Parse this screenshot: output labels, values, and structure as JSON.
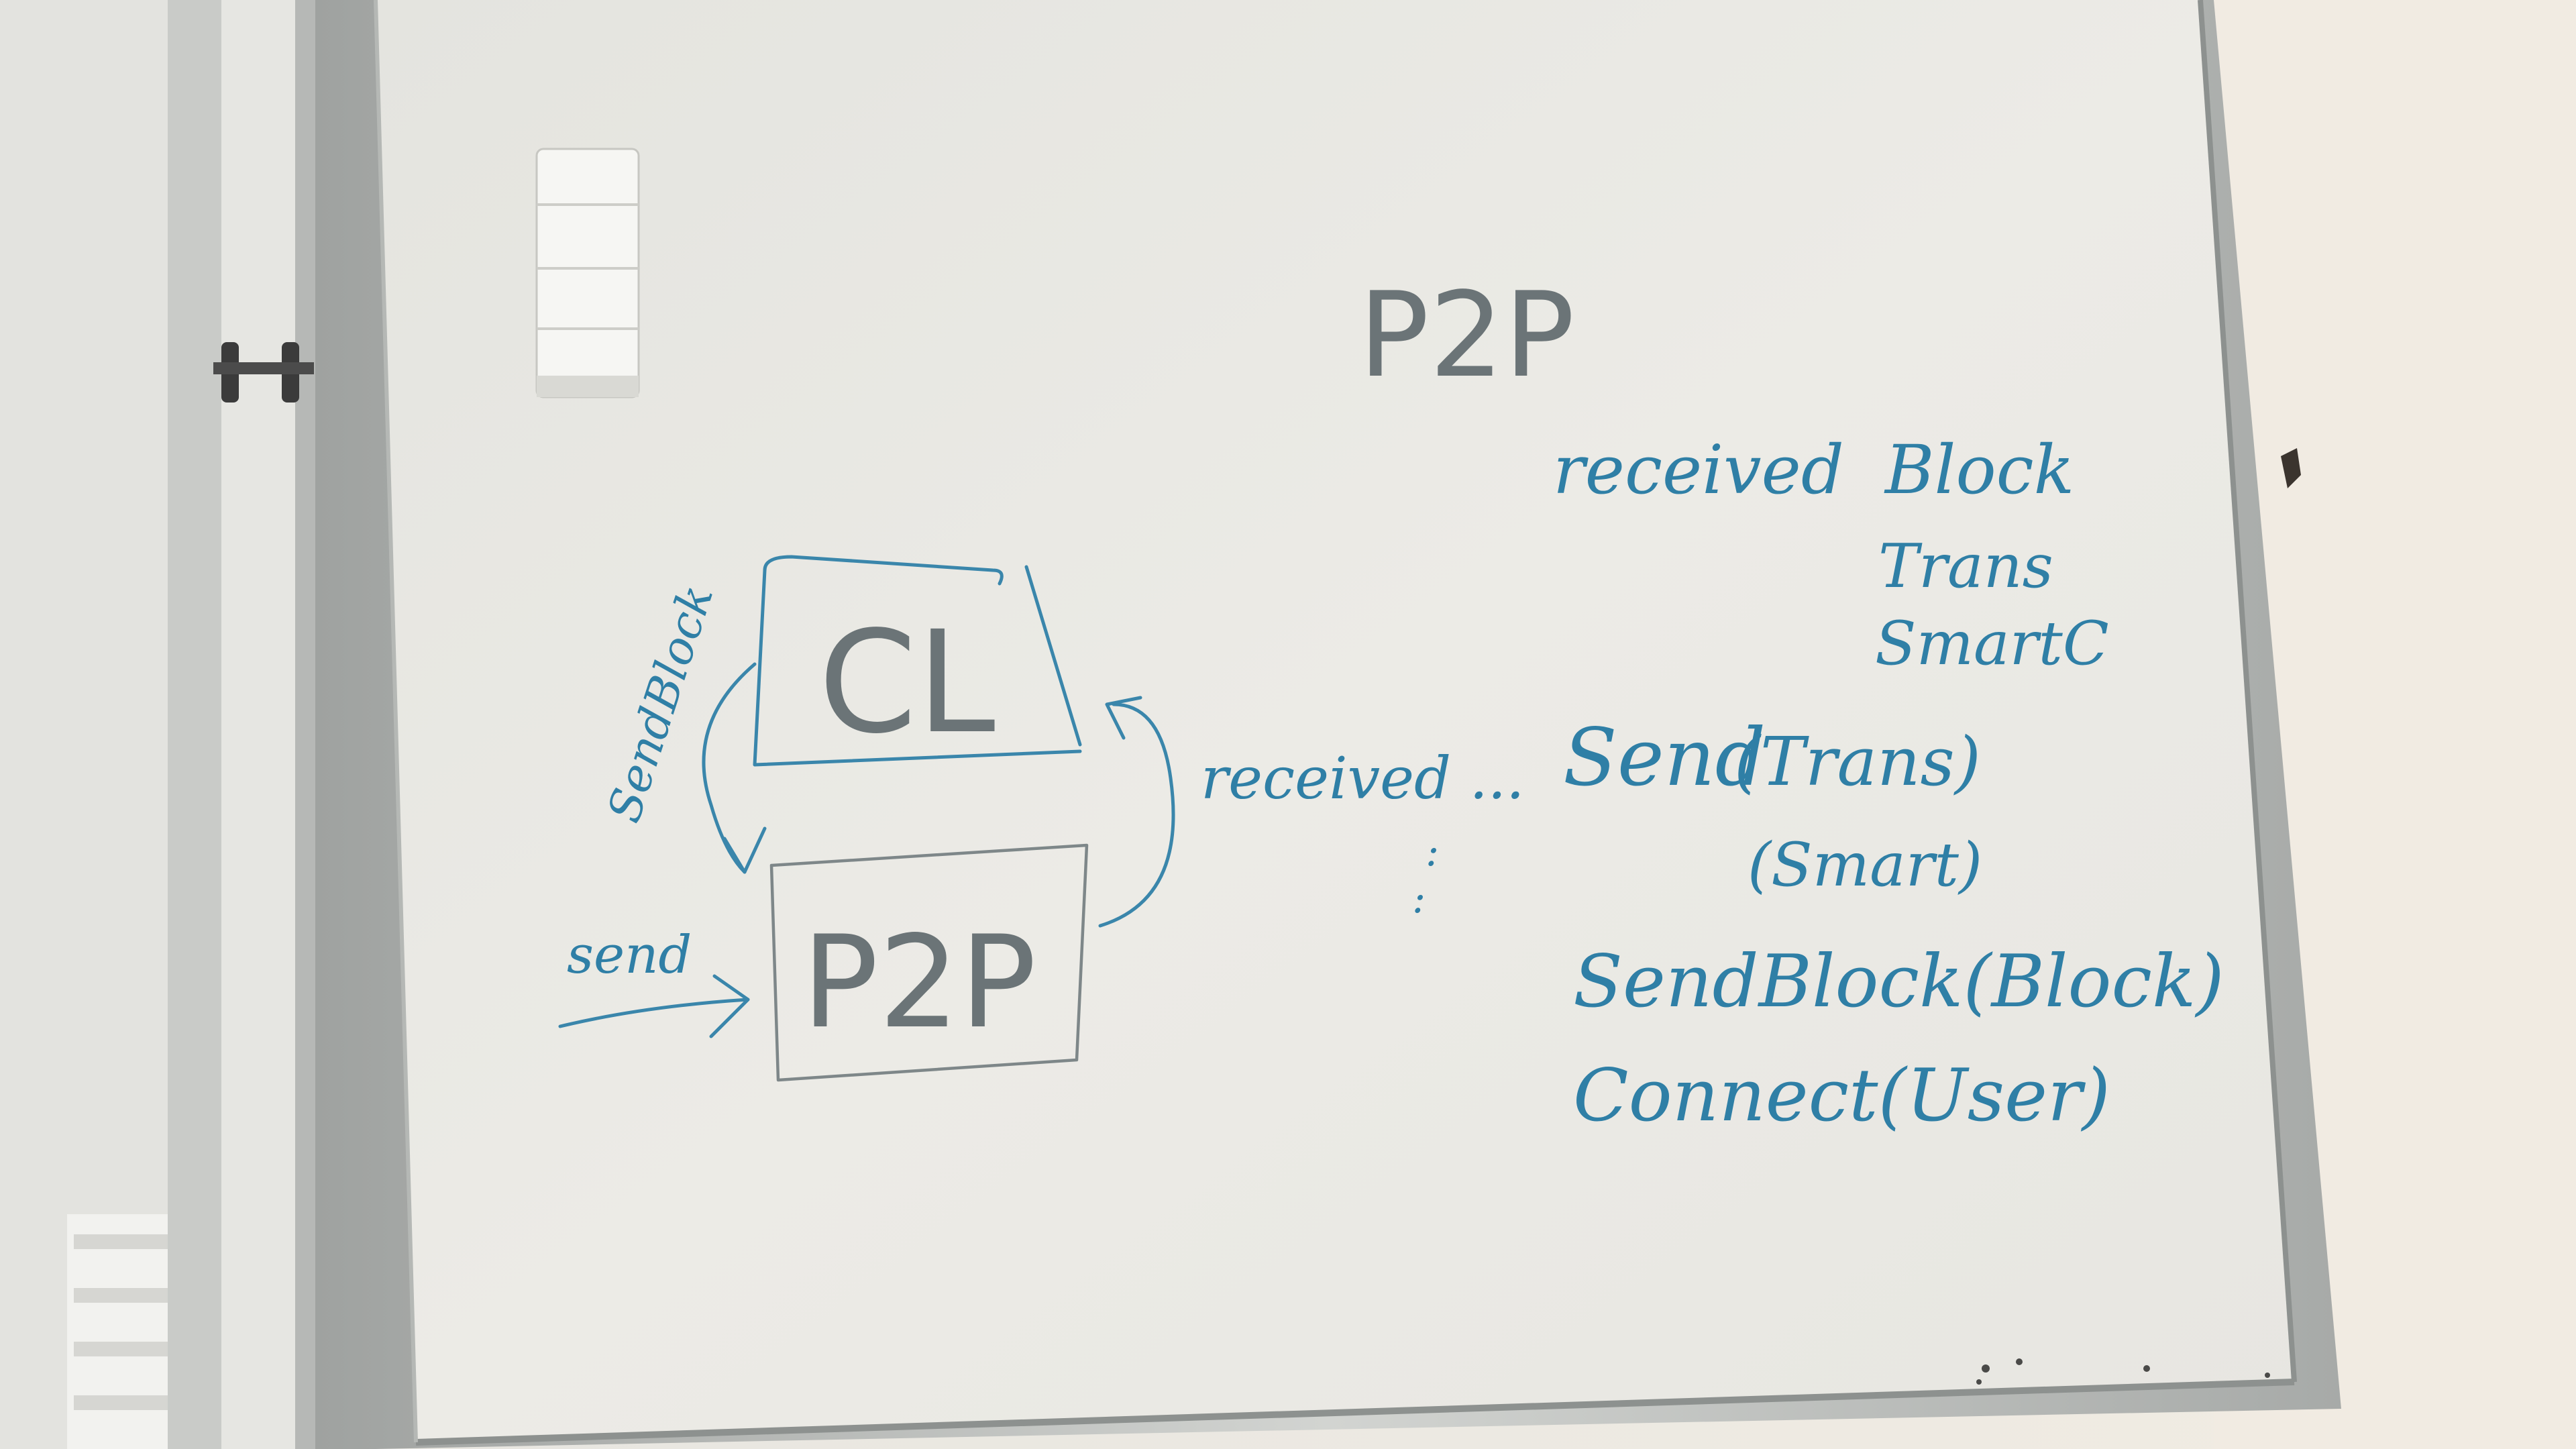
{
  "scene": {
    "description_colors": {
      "wall": "#e9e6e0",
      "wall_right": "#f0ebe3",
      "board_surface": "#ecebe6",
      "board_frame": "#b9bbb8",
      "blue_marker": "#2f7fa6",
      "grey_marker": "#6b7477"
    }
  },
  "board": {
    "title": "P2P",
    "left_diagram": {
      "top_box_label": "CL",
      "bottom_box_label": "P2P",
      "arrow_left_label": "SendBlock",
      "arrow_in_label": "send",
      "arrow_right_label": "received ...",
      "ellipsis_1": ":",
      "ellipsis_2": ":"
    },
    "right_list": {
      "received_heading": "received",
      "received_items": [
        "Block",
        "Trans",
        "SmartC"
      ],
      "send_label": "Send",
      "send_args": [
        "(Trans)",
        "(Smart)"
      ],
      "sendblock": "SendBlock(Block)",
      "connect": "Connect(User)"
    }
  }
}
